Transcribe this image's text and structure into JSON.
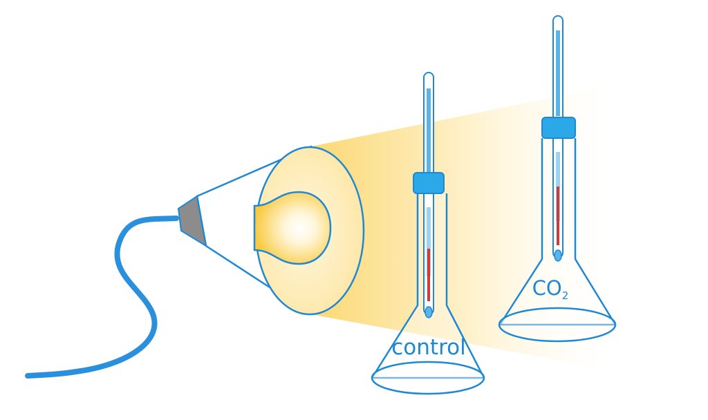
{
  "colors": {
    "outline": "#1e88d4",
    "stopper": "#2aa8e8",
    "thermometer_fill": "#5bb4e8",
    "mercury": "#d23a3a",
    "light": "#ffdf7a",
    "bulb_glow": "#fff9e6",
    "socket": "#8c8c8c",
    "cord": "#2a8fdc"
  },
  "labels": {
    "control": "control",
    "co2_main": "CO",
    "co2_sub": "2"
  },
  "icons": {
    "lamp": "desk-lamp-icon",
    "flask": "erlenmeyer-flask-icon",
    "thermometer": "thermometer-icon"
  }
}
